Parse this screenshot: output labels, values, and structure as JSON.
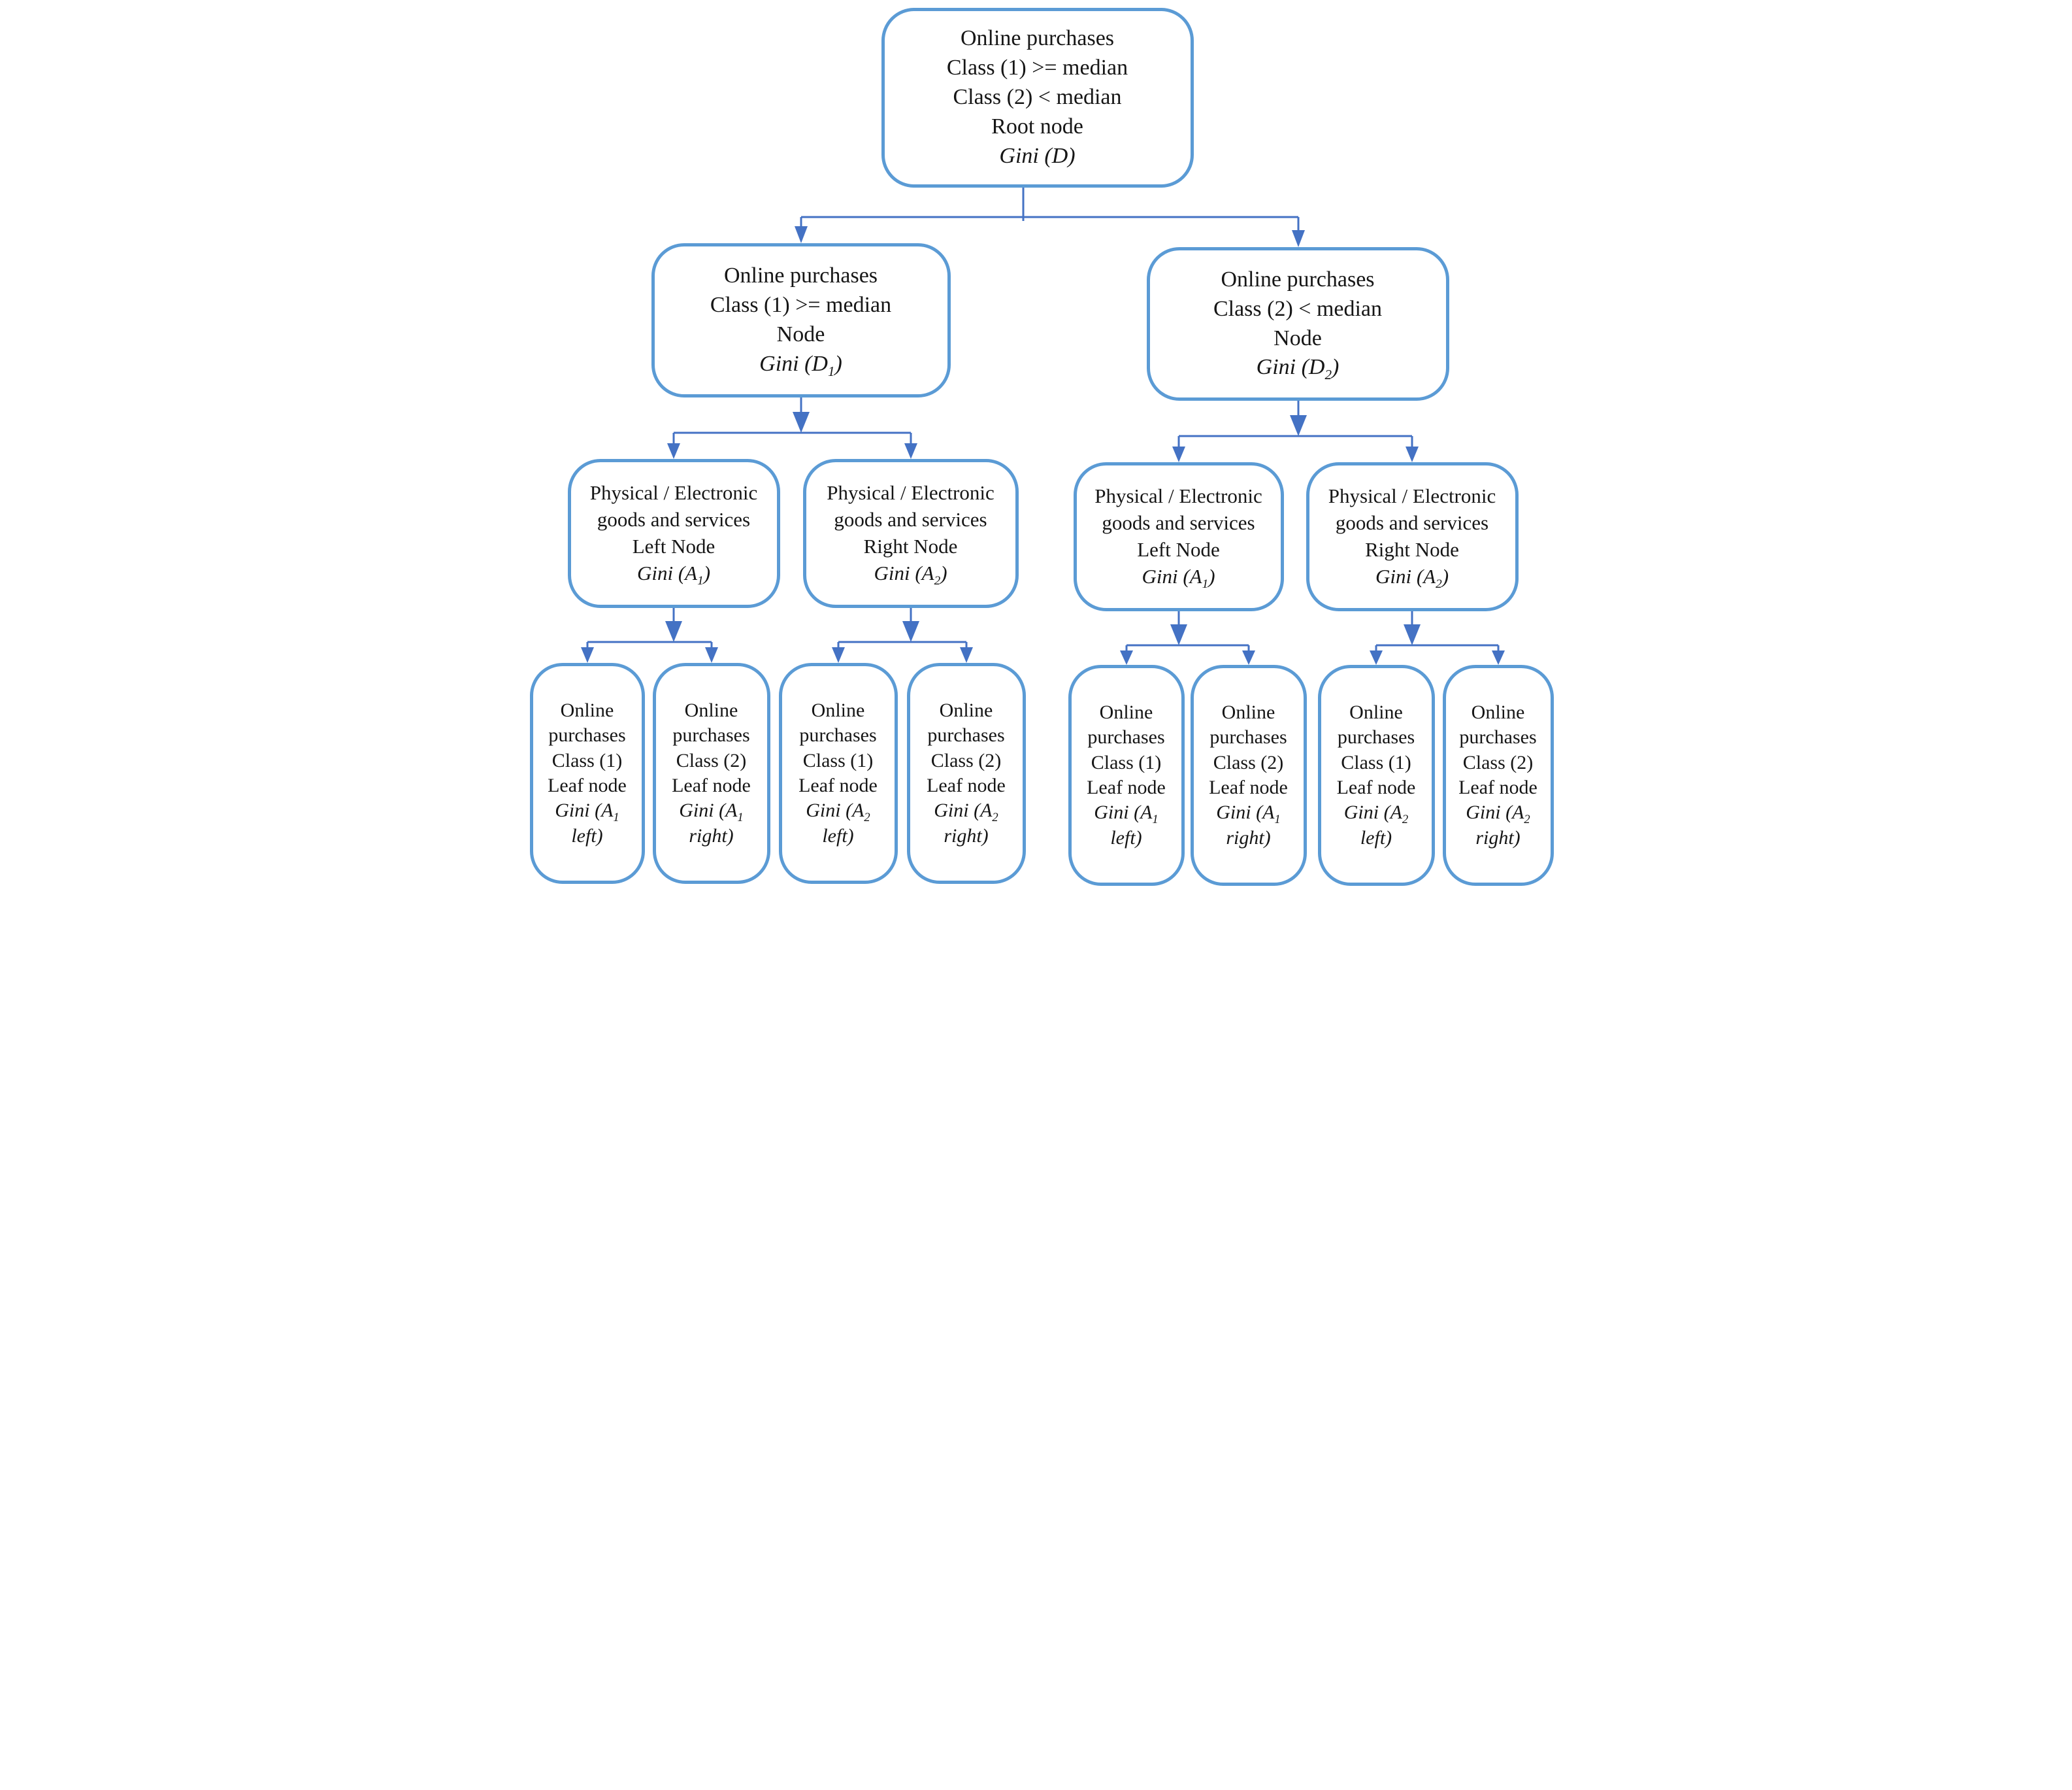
{
  "colors": {
    "node_border": "#5B9BD5",
    "connector": "#4472C4",
    "text": "#161616",
    "background": "#ffffff"
  },
  "nodes": [
    {
      "id": "root",
      "role": "root-node",
      "lines": [
        {
          "segs": [
            {
              "t": "Online purchases"
            }
          ]
        },
        {
          "segs": [
            {
              "t": "Class (1) >= median"
            }
          ]
        },
        {
          "segs": [
            {
              "t": "Class (2) < median"
            }
          ]
        },
        {
          "segs": [
            {
              "t": "Root node"
            }
          ]
        },
        {
          "italic": true,
          "segs": [
            {
              "t": "Gini (D)"
            }
          ]
        }
      ]
    },
    {
      "id": "d1",
      "role": "internal-node",
      "lines": [
        {
          "segs": [
            {
              "t": "Online purchases"
            }
          ]
        },
        {
          "segs": [
            {
              "t": "Class (1) >= median"
            }
          ]
        },
        {
          "segs": [
            {
              "t": "Node"
            }
          ]
        },
        {
          "italic": true,
          "segs": [
            {
              "t": "Gini (D"
            },
            {
              "t": "1",
              "sub": true
            },
            {
              "t": ")"
            }
          ]
        }
      ]
    },
    {
      "id": "d2",
      "role": "internal-node",
      "lines": [
        {
          "segs": [
            {
              "t": "Online purchases"
            }
          ]
        },
        {
          "segs": [
            {
              "t": "Class (2) < median"
            }
          ]
        },
        {
          "segs": [
            {
              "t": "Node"
            }
          ]
        },
        {
          "italic": true,
          "segs": [
            {
              "t": "Gini (D"
            },
            {
              "t": "2",
              "sub": true
            },
            {
              "t": ")"
            }
          ]
        }
      ]
    },
    {
      "id": "a1l1",
      "role": "branch-node",
      "lines": [
        {
          "segs": [
            {
              "t": "Physical / Electronic"
            }
          ]
        },
        {
          "segs": [
            {
              "t": "goods and services"
            }
          ]
        },
        {
          "segs": [
            {
              "t": "Left Node"
            }
          ]
        },
        {
          "italic": true,
          "segs": [
            {
              "t": "Gini (A"
            },
            {
              "t": "1",
              "sub": true
            },
            {
              "t": ")"
            }
          ]
        }
      ]
    },
    {
      "id": "a2r1",
      "role": "branch-node",
      "lines": [
        {
          "segs": [
            {
              "t": "Physical / Electronic"
            }
          ]
        },
        {
          "segs": [
            {
              "t": "goods and services"
            }
          ]
        },
        {
          "segs": [
            {
              "t": "Right Node"
            }
          ]
        },
        {
          "italic": true,
          "segs": [
            {
              "t": "Gini (A"
            },
            {
              "t": "2",
              "sub": true
            },
            {
              "t": ")"
            }
          ]
        }
      ]
    },
    {
      "id": "a1l2",
      "role": "branch-node",
      "lines": [
        {
          "segs": [
            {
              "t": "Physical / Electronic"
            }
          ]
        },
        {
          "segs": [
            {
              "t": "goods and services"
            }
          ]
        },
        {
          "segs": [
            {
              "t": "Left Node"
            }
          ]
        },
        {
          "italic": true,
          "segs": [
            {
              "t": "Gini (A"
            },
            {
              "t": "1",
              "sub": true
            },
            {
              "t": ")"
            }
          ]
        }
      ]
    },
    {
      "id": "a2r2",
      "role": "branch-node",
      "lines": [
        {
          "segs": [
            {
              "t": "Physical / Electronic"
            }
          ]
        },
        {
          "segs": [
            {
              "t": "goods and services"
            }
          ]
        },
        {
          "segs": [
            {
              "t": "Right Node"
            }
          ]
        },
        {
          "italic": true,
          "segs": [
            {
              "t": "Gini (A"
            },
            {
              "t": "2",
              "sub": true
            },
            {
              "t": ")"
            }
          ]
        }
      ]
    },
    {
      "id": "f1",
      "role": "leaf-node",
      "lines": [
        {
          "segs": [
            {
              "t": "Online"
            }
          ]
        },
        {
          "segs": [
            {
              "t": "purchases"
            }
          ]
        },
        {
          "segs": [
            {
              "t": "Class (1)"
            }
          ]
        },
        {
          "segs": [
            {
              "t": "Leaf node"
            }
          ]
        },
        {
          "italic": true,
          "segs": [
            {
              "t": "Gini (A"
            },
            {
              "t": "1",
              "sub": true
            }
          ]
        },
        {
          "italic": true,
          "segs": [
            {
              "t": "left)"
            }
          ]
        }
      ]
    },
    {
      "id": "f2",
      "role": "leaf-node",
      "lines": [
        {
          "segs": [
            {
              "t": "Online"
            }
          ]
        },
        {
          "segs": [
            {
              "t": "purchases"
            }
          ]
        },
        {
          "segs": [
            {
              "t": "Class (2)"
            }
          ]
        },
        {
          "segs": [
            {
              "t": "Leaf node"
            }
          ]
        },
        {
          "italic": true,
          "segs": [
            {
              "t": "Gini (A"
            },
            {
              "t": "1",
              "sub": true
            }
          ]
        },
        {
          "italic": true,
          "segs": [
            {
              "t": "right)"
            }
          ]
        }
      ]
    },
    {
      "id": "f3",
      "role": "leaf-node",
      "lines": [
        {
          "segs": [
            {
              "t": "Online"
            }
          ]
        },
        {
          "segs": [
            {
              "t": "purchases"
            }
          ]
        },
        {
          "segs": [
            {
              "t": "Class (1)"
            }
          ]
        },
        {
          "segs": [
            {
              "t": "Leaf node"
            }
          ]
        },
        {
          "italic": true,
          "segs": [
            {
              "t": "Gini (A"
            },
            {
              "t": "2",
              "sub": true
            }
          ]
        },
        {
          "italic": true,
          "segs": [
            {
              "t": "left)"
            }
          ]
        }
      ]
    },
    {
      "id": "f4",
      "role": "leaf-node",
      "lines": [
        {
          "segs": [
            {
              "t": "Online"
            }
          ]
        },
        {
          "segs": [
            {
              "t": "purchases"
            }
          ]
        },
        {
          "segs": [
            {
              "t": "Class (2)"
            }
          ]
        },
        {
          "segs": [
            {
              "t": "Leaf node"
            }
          ]
        },
        {
          "italic": true,
          "segs": [
            {
              "t": "Gini (A"
            },
            {
              "t": "2",
              "sub": true
            }
          ]
        },
        {
          "italic": true,
          "segs": [
            {
              "t": "right)"
            }
          ]
        }
      ]
    },
    {
      "id": "f5",
      "role": "leaf-node",
      "lines": [
        {
          "segs": [
            {
              "t": "Online"
            }
          ]
        },
        {
          "segs": [
            {
              "t": "purchases"
            }
          ]
        },
        {
          "segs": [
            {
              "t": "Class (1)"
            }
          ]
        },
        {
          "segs": [
            {
              "t": "Leaf node"
            }
          ]
        },
        {
          "italic": true,
          "segs": [
            {
              "t": "Gini (A"
            },
            {
              "t": "1",
              "sub": true
            }
          ]
        },
        {
          "italic": true,
          "segs": [
            {
              "t": "left)"
            }
          ]
        }
      ]
    },
    {
      "id": "f6",
      "role": "leaf-node",
      "lines": [
        {
          "segs": [
            {
              "t": "Online"
            }
          ]
        },
        {
          "segs": [
            {
              "t": "purchases"
            }
          ]
        },
        {
          "segs": [
            {
              "t": "Class (2)"
            }
          ]
        },
        {
          "segs": [
            {
              "t": "Leaf node"
            }
          ]
        },
        {
          "italic": true,
          "segs": [
            {
              "t": "Gini (A"
            },
            {
              "t": "1",
              "sub": true
            }
          ]
        },
        {
          "italic": true,
          "segs": [
            {
              "t": "right)"
            }
          ]
        }
      ]
    },
    {
      "id": "f7",
      "role": "leaf-node",
      "lines": [
        {
          "segs": [
            {
              "t": "Online"
            }
          ]
        },
        {
          "segs": [
            {
              "t": "purchases"
            }
          ]
        },
        {
          "segs": [
            {
              "t": "Class (1)"
            }
          ]
        },
        {
          "segs": [
            {
              "t": "Leaf node"
            }
          ]
        },
        {
          "italic": true,
          "segs": [
            {
              "t": "Gini (A"
            },
            {
              "t": "2",
              "sub": true
            }
          ]
        },
        {
          "italic": true,
          "segs": [
            {
              "t": "left)"
            }
          ]
        }
      ]
    },
    {
      "id": "f8",
      "role": "leaf-node",
      "lines": [
        {
          "segs": [
            {
              "t": "Online"
            }
          ]
        },
        {
          "segs": [
            {
              "t": "purchases"
            }
          ]
        },
        {
          "segs": [
            {
              "t": "Class (2)"
            }
          ]
        },
        {
          "segs": [
            {
              "t": "Leaf node"
            }
          ]
        },
        {
          "italic": true,
          "segs": [
            {
              "t": "Gini (A"
            },
            {
              "t": "2",
              "sub": true
            }
          ]
        },
        {
          "italic": true,
          "segs": [
            {
              "t": "right)"
            }
          ]
        }
      ]
    }
  ]
}
